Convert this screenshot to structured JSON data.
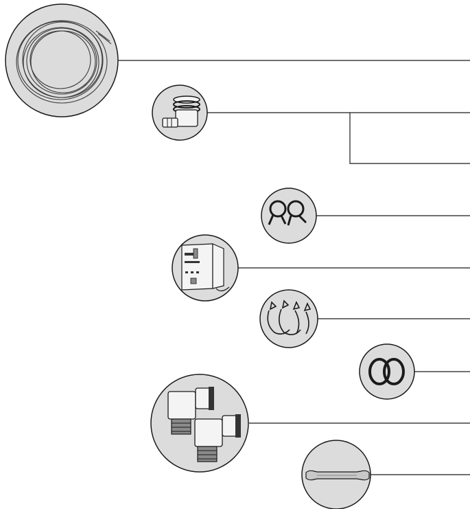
{
  "colors": {
    "background": "#ffffff",
    "line": "#1a1a1a",
    "circle_fill": "#dcdcdc",
    "circle_stroke": "#1a1a1a",
    "part_dark": "#333333",
    "part_mid": "#8a8a8a",
    "part_light": "#f4f4f4"
  },
  "parts": [
    {
      "name": "coiled-tubing",
      "icon": "tubing-coil-icon"
    },
    {
      "name": "elbow-connector-with-seal",
      "icon": "elbow-fitting-icon"
    },
    {
      "name": "hose-clips-pair",
      "icon": "spring-clip-icon"
    },
    {
      "name": "control-unit",
      "icon": "control-box-icon"
    },
    {
      "name": "retaining-clips",
      "icon": "retaining-clip-icon"
    },
    {
      "name": "o-rings-pair",
      "icon": "o-ring-icon"
    },
    {
      "name": "threaded-elbow-fittings",
      "icon": "threaded-elbow-icon"
    },
    {
      "name": "connector-tube",
      "icon": "connector-tube-icon"
    }
  ]
}
